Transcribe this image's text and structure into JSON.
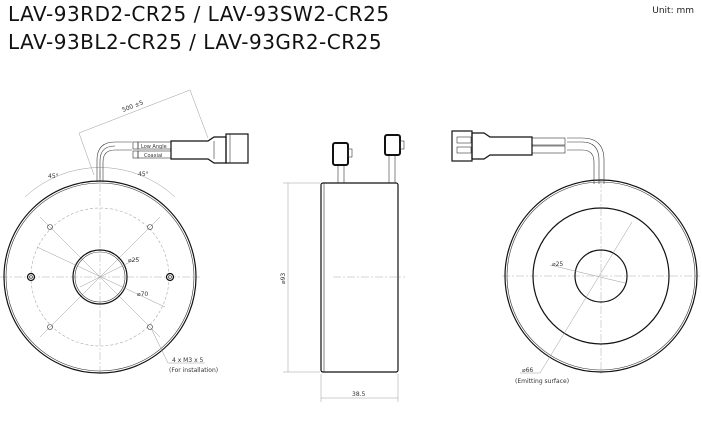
{
  "header": {
    "title_line1": "LAV-93RD2-CR25 / LAV-93SW2-CR25",
    "title_line2": "LAV-93BL2-CR25 / LAV-93GR2-CR25",
    "unit": "Unit: mm"
  },
  "front_view": {
    "cable_length": "500 ±5",
    "cable_label_1": "Low Angle",
    "cable_label_2": "Coaxial",
    "angle_left": "45°",
    "angle_right": "45°",
    "inner_diameter": "⌀25",
    "bolt_circle_diameter": "⌀70",
    "mount_note_1": "4 x M3 x 5",
    "mount_note_2": "(For installation)"
  },
  "side_view": {
    "diameter": "⌀93",
    "depth": "38.5"
  },
  "back_view": {
    "inner_diameter": "⌀25",
    "emitting_diameter": "⌀66",
    "emitting_note": "(Emitting surface)"
  }
}
